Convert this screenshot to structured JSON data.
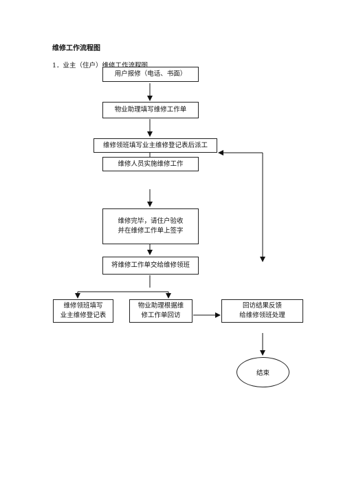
{
  "document": {
    "title": "维修工作流程图",
    "subtitle": "1．业主（住户）维修工作流程图"
  },
  "flow": {
    "step1": "用户报修（电话、书面）",
    "step2": "物业助理填写维修工作单",
    "step3": "维修领班填写业主维修登记表后派工",
    "step4": "维修人员实施维修工作",
    "step5": "维修完毕，请住户验收\n并在维修工作单上签字",
    "step6": "将维修工作单交给维修领班",
    "branch_left": "维修领班填写\n业主维修登记表",
    "branch_mid": "物业助理根据维\n修工作单回访",
    "branch_right": "回访结果反馈\n给维修领班处理",
    "end": "结束"
  }
}
